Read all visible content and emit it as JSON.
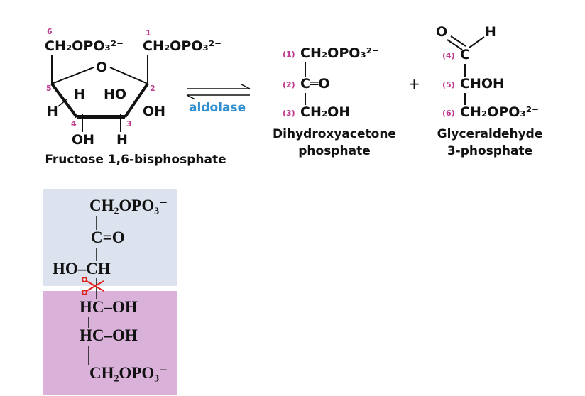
{
  "fbp": {
    "c6_num": "6",
    "c1_num": "1",
    "c6_group": "CH₂OPO₃²⁻",
    "c1_group": "CH₂OPO₃²⁻",
    "ring_o": "O",
    "c5_num": "5",
    "c2_num": "2",
    "c4_num": "4",
    "c3_num": "3",
    "h_left": "H",
    "h_c5": "H",
    "ho_c2": "HO",
    "oh_c2": "OH",
    "oh_c4": "OH",
    "h_c3": "H",
    "name": "Fructose 1,6-bisphosphate"
  },
  "enzyme": "aldolase",
  "dhap": {
    "c1_num": "(1)",
    "c1": "CH₂OPO₃²⁻",
    "c2_num": "(2)",
    "c2": "C═O",
    "c3_num": "(3)",
    "c3": "CH₂OH",
    "name_line1": "Dihydroxyacetone",
    "name_line2": "phosphate"
  },
  "plus": "+",
  "gap": {
    "o": "O",
    "h": "H",
    "c4_num": "(4)",
    "c4": "C",
    "c5_num": "(5)",
    "c5": "CHOH",
    "c6_num": "(6)",
    "c6": "CH₂OPO₃²⁻",
    "name_line1": "Glyceraldehyde",
    "name_line2": "3-phosphate"
  },
  "open_chain": {
    "row1": "CH₂OPO₃⁻",
    "row2": "C=O",
    "row3": "HO–CH",
    "row4": "HC–OH",
    "row5": "HC–OH",
    "row6": "CH₂OPO₃⁻"
  },
  "colors": {
    "carbon_number": "#c0398f",
    "enzyme": "#2f8ecf",
    "top_panel": "#dde3ee",
    "bottom_panel": "#d9b1d9",
    "cleavage_mark": "#e0201b"
  },
  "icons": {
    "cleavage": "scissors-icon",
    "equilibrium": "equilibrium-arrows-icon"
  }
}
